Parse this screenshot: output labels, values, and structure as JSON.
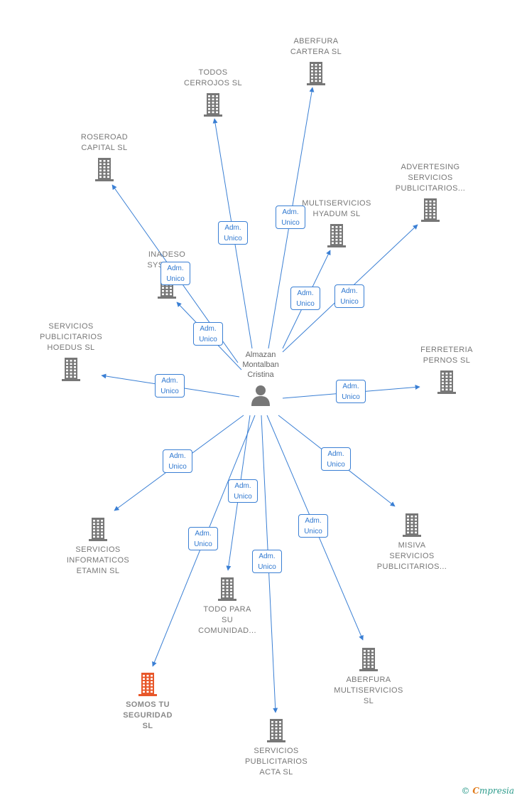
{
  "center": {
    "name": "Almazan\nMontalban\nCristina"
  },
  "role_label": "Adm.\nUnico",
  "colors": {
    "edge": "#3a7fd4",
    "building": "#777777",
    "focus_building": "#e8572a"
  },
  "companies": [
    {
      "id": "aberfura-cartera",
      "name": "ABERFURA\nCARTERA  SL",
      "focus": false
    },
    {
      "id": "todos-cerrojos",
      "name": "TODOS\nCERROJOS  SL",
      "focus": false
    },
    {
      "id": "roseroad",
      "name": "ROSEROAD\nCAPITAL  SL",
      "focus": false
    },
    {
      "id": "advertesing",
      "name": "ADVERTESING\nSERVICIOS\nPUBLICITARIOS...",
      "focus": false
    },
    {
      "id": "multiservicios-hyadum",
      "name": "MULTISERVICIOS\nHYADUM  SL",
      "focus": false
    },
    {
      "id": "inadeso",
      "name": "INADESO\nSYSTEMS",
      "focus": false
    },
    {
      "id": "hoedus",
      "name": "SERVICIOS\nPUBLICITARIOS\nHOEDUS  SL",
      "focus": false
    },
    {
      "id": "ferreteria",
      "name": "FERRETERIA\nPERNOS  SL",
      "focus": false
    },
    {
      "id": "etamin",
      "name": "SERVICIOS\nINFORMATICOS\nETAMIN  SL",
      "focus": false
    },
    {
      "id": "misiva",
      "name": "MISIVA\nSERVICIOS\nPUBLICITARIOS...",
      "focus": false
    },
    {
      "id": "todo-para",
      "name": "TODO PARA\nSU\nCOMUNIDAD...",
      "focus": false
    },
    {
      "id": "aberfura-multi",
      "name": "ABERFURA\nMULTISERVICIOS\nSL",
      "focus": false
    },
    {
      "id": "somos-tu",
      "name": "SOMOS TU\nSEGURIDAD\nSL",
      "focus": true
    },
    {
      "id": "acta",
      "name": "SERVICIOS\nPUBLICITARIOS\nACTA  SL",
      "focus": false
    }
  ],
  "brand": {
    "copyright": "©",
    "e": "C",
    "rest": "mpresia"
  }
}
